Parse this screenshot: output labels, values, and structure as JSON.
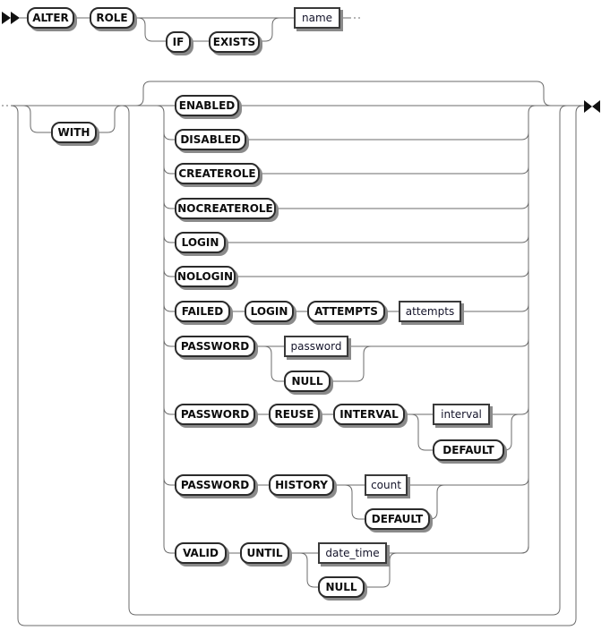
{
  "diagram": {
    "type": "railroad-syntax-diagram",
    "statement": "ALTER ROLE",
    "colors": {
      "background": "#ffffff",
      "line": "#6b6b6b",
      "box_border": "#2b2b2b",
      "box_fill": "#ffffff",
      "box_shadow": "#8a8a8a",
      "keyword_text": "#0c0c0c",
      "variable_text": "#14142a"
    },
    "icons": {
      "start_arrow": "double-right-triangle",
      "end_arrow": "bowtie-right-left-triangle",
      "continuation": "dashed-ellipsis"
    }
  },
  "nodes": {
    "alter": {
      "label": "ALTER",
      "kind": "keyword"
    },
    "role": {
      "label": "ROLE",
      "kind": "keyword"
    },
    "if": {
      "label": "IF",
      "kind": "keyword"
    },
    "exists": {
      "label": "EXISTS",
      "kind": "keyword"
    },
    "name": {
      "label": "name",
      "kind": "variable"
    },
    "with": {
      "label": "WITH",
      "kind": "keyword"
    },
    "enabled": {
      "label": "ENABLED",
      "kind": "keyword"
    },
    "disabled": {
      "label": "DISABLED",
      "kind": "keyword"
    },
    "createrole": {
      "label": "CREATEROLE",
      "kind": "keyword"
    },
    "nocreaterole": {
      "label": "NOCREATEROLE",
      "kind": "keyword"
    },
    "login": {
      "label": "LOGIN",
      "kind": "keyword"
    },
    "nologin": {
      "label": "NOLOGIN",
      "kind": "keyword"
    },
    "failed": {
      "label": "FAILED",
      "kind": "keyword"
    },
    "failed_login": {
      "label": "LOGIN",
      "kind": "keyword"
    },
    "attempts_kw": {
      "label": "ATTEMPTS",
      "kind": "keyword"
    },
    "attempts": {
      "label": "attempts",
      "kind": "variable"
    },
    "password_kw1": {
      "label": "PASSWORD",
      "kind": "keyword"
    },
    "password": {
      "label": "password",
      "kind": "variable"
    },
    "null1": {
      "label": "NULL",
      "kind": "keyword"
    },
    "password_kw2": {
      "label": "PASSWORD",
      "kind": "keyword"
    },
    "reuse": {
      "label": "REUSE",
      "kind": "keyword"
    },
    "interval_kw": {
      "label": "INTERVAL",
      "kind": "keyword"
    },
    "interval": {
      "label": "interval",
      "kind": "variable"
    },
    "default1": {
      "label": "DEFAULT",
      "kind": "keyword"
    },
    "password_kw3": {
      "label": "PASSWORD",
      "kind": "keyword"
    },
    "history": {
      "label": "HISTORY",
      "kind": "keyword"
    },
    "count": {
      "label": "count",
      "kind": "variable"
    },
    "default2": {
      "label": "DEFAULT",
      "kind": "keyword"
    },
    "valid": {
      "label": "VALID",
      "kind": "keyword"
    },
    "until": {
      "label": "UNTIL",
      "kind": "keyword"
    },
    "date_time": {
      "label": "date_time",
      "kind": "variable"
    },
    "null2": {
      "label": "NULL",
      "kind": "keyword"
    }
  }
}
